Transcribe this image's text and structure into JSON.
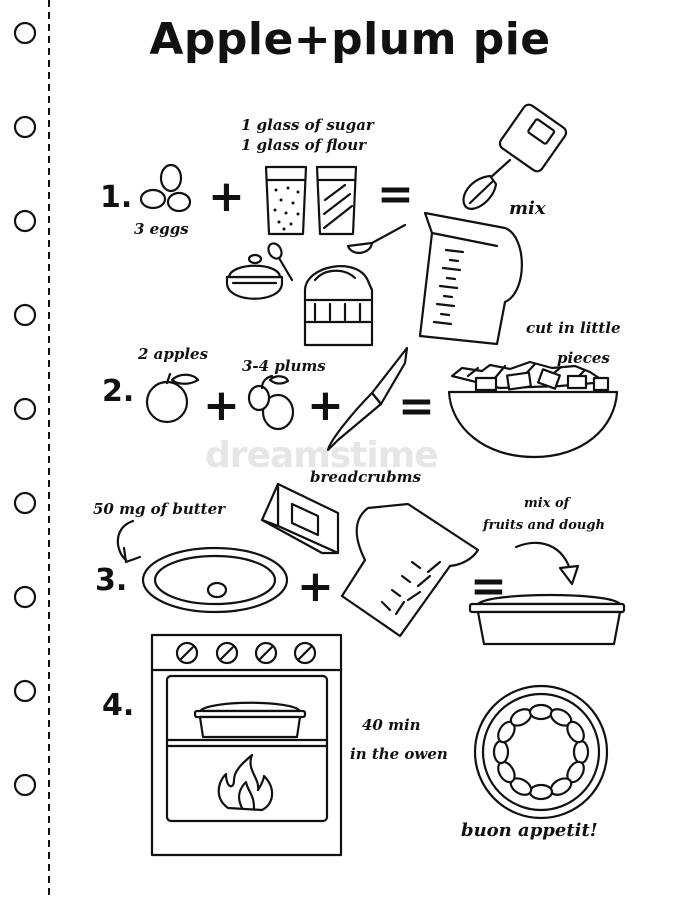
{
  "title": "Apple+plum pie",
  "watermark": "dreamstime",
  "steps": [
    {
      "number": "1."
    },
    {
      "number": "2."
    },
    {
      "number": "3."
    },
    {
      "number": "4."
    }
  ],
  "labels": {
    "eggs": "3 eggs",
    "sugar": "1 glass of sugar",
    "flour": "1 glass of flour",
    "mix": "mix",
    "apples": "2 apples",
    "plums": "3-4 plums",
    "cut_line1": "cut in little",
    "cut_line2": "pieces",
    "breadcrumbs": "breadcrubms",
    "butter": "50 mg of butter",
    "mix_of_line1": "mix of",
    "mix_of_line2": "fruits and  dough",
    "time_line1": "40 min",
    "time_line2": "in the owen",
    "buon": "buon appetit!"
  },
  "operators": {
    "plus": "+",
    "equals": "="
  }
}
